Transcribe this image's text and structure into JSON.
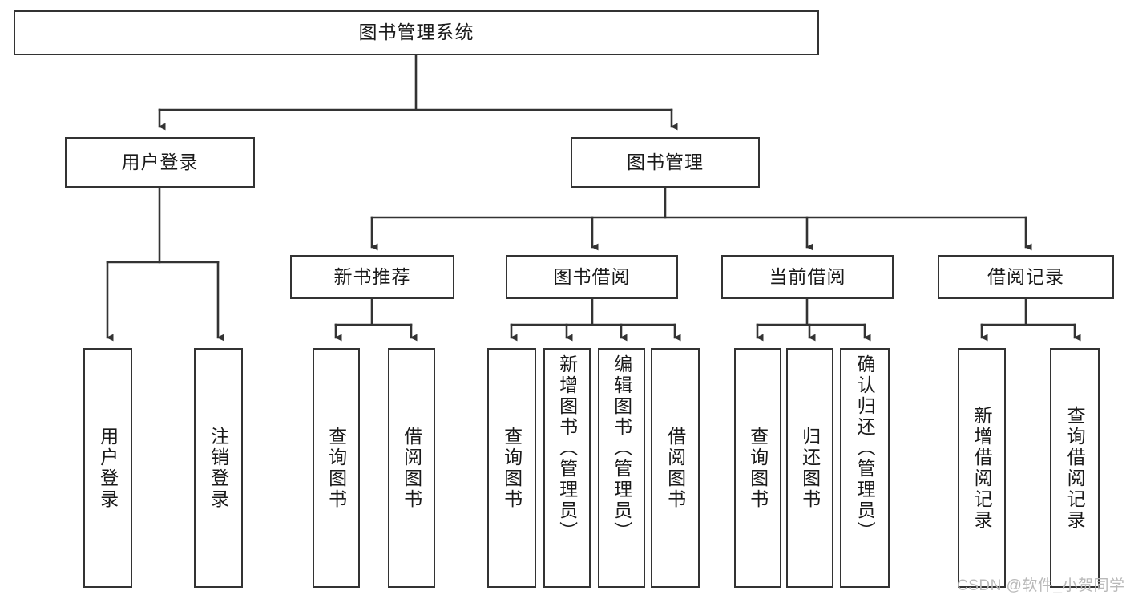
{
  "diagram": {
    "title": "图书管理系统",
    "type": "tree-hierarchy",
    "root": {
      "label": "图书管理系统"
    },
    "level2": [
      {
        "label": "用户登录"
      },
      {
        "label": "图书管理"
      }
    ],
    "level3": [
      {
        "label": "新书推荐"
      },
      {
        "label": "图书借阅"
      },
      {
        "label": "当前借阅"
      },
      {
        "label": "借阅记录"
      }
    ],
    "leaves": {
      "user_login": [
        {
          "label": "用户登录"
        },
        {
          "label": "注销登录"
        }
      ],
      "new_book_recommend": [
        {
          "label": "查询图书"
        },
        {
          "label": "借阅图书"
        }
      ],
      "book_borrow": [
        {
          "label": "查询图书"
        },
        {
          "label": "新增图书（管理员）"
        },
        {
          "label": "编辑图书（管理员）"
        },
        {
          "label": "借阅图书"
        }
      ],
      "current_borrow": [
        {
          "label": "查询图书"
        },
        {
          "label": "归还图书"
        },
        {
          "label": "确认归还（管理员）"
        }
      ],
      "borrow_record": [
        {
          "label": "新增借阅记录"
        },
        {
          "label": "查询借阅记录"
        }
      ]
    }
  },
  "watermark": {
    "text": "CSDN @软件_小贺同学"
  },
  "colors": {
    "border": "#333333",
    "background": "#ffffff",
    "text": "#1a1a1a",
    "watermark": "#b9b9b9"
  }
}
